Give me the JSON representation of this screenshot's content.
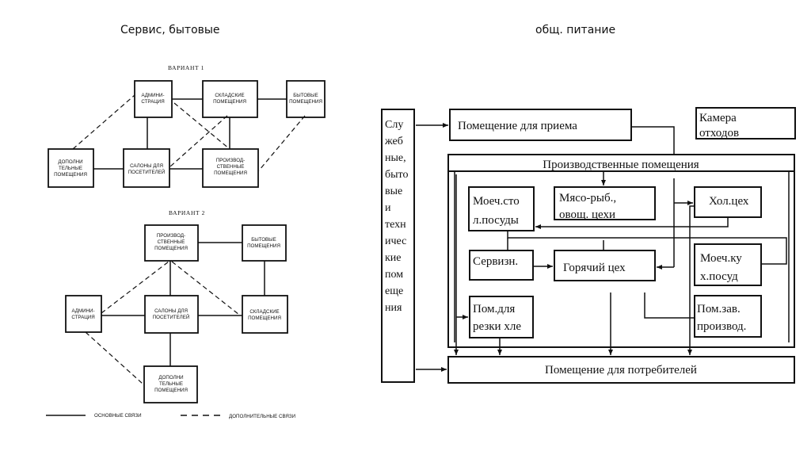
{
  "headers": {
    "left": "Сервис, бытовые",
    "right": "общ. питание"
  },
  "variant1": {
    "title": "ВАРИАНТ 1",
    "boxes": {
      "admin": [
        "АДМИНИ-",
        "СТРАЦИЯ"
      ],
      "storage": [
        "СКЛАДСКИЕ",
        "ПОМЕЩЕНИЯ"
      ],
      "household": [
        "БЫТОВЫЕ",
        "ПОМЕЩЕНИЯ"
      ],
      "additional": [
        "ДОПОЛНИ",
        "ТЕЛЬНЫЕ",
        "ПОМЕЩЕНИЯ"
      ],
      "salons": [
        "САЛОНЫ ДЛЯ",
        "ПОСЕТИТЕЛЕЙ"
      ],
      "production": [
        "ПРОИЗВОД-",
        "СТВЕННЫЕ",
        "ПОМЕЩЕНИЯ"
      ]
    }
  },
  "variant2": {
    "title": "ВАРИАНТ 2",
    "boxes": {
      "production": [
        "ПРОИЗВОД-",
        "СТВЕННЫЕ",
        "ПОМЕЩЕНИЯ"
      ],
      "household": [
        "БЫТОВЫЕ",
        "ПОМЕЩЕНИЯ"
      ],
      "admin": [
        "АДМИНИ-",
        "СТРАЦИЯ"
      ],
      "salons": [
        "САЛОНЫ ДЛЯ",
        "ПОСЕТИТЕЛЕЙ"
      ],
      "storage": [
        "СКЛАДСКИЕ",
        "ПОМЕЩЕНИЯ"
      ],
      "additional": [
        "ДОПОЛНИ",
        "ТЕЛЬНЫЕ",
        "ПОМЕЩЕНИЯ"
      ]
    }
  },
  "legend": {
    "main": "ОСНОВНЫЕ СВЯЗИ",
    "additional": "ДОПОЛНИТЕЛЬНЫЕ СВЯЗИ"
  },
  "catering": {
    "service_column": [
      "Слу",
      "жеб",
      "ные,",
      "быто",
      "вые",
      "и",
      "техн",
      "ичес",
      "кие",
      "пом",
      "еще",
      "ния"
    ],
    "reception": "Помещение для приема",
    "waste": [
      "Камера",
      "отходов"
    ],
    "production_title": "Производственные помещения",
    "dishwash_table": [
      "Моеч.сто",
      "л.посуды"
    ],
    "meat_fish": [
      "Мясо-рыб.,",
      "овощ. цехи"
    ],
    "cold_shop": "Хол.цех",
    "serving": "Сервизн.",
    "hot_shop": "Горячий цех",
    "dishwash_kitchen": [
      "Моеч.ку",
      "х.посуд"
    ],
    "bread_cutting": [
      "Пом.для",
      "резки хле"
    ],
    "manager": [
      "Пом.зав.",
      "производ."
    ],
    "consumers": "Помещение для потребителей"
  }
}
